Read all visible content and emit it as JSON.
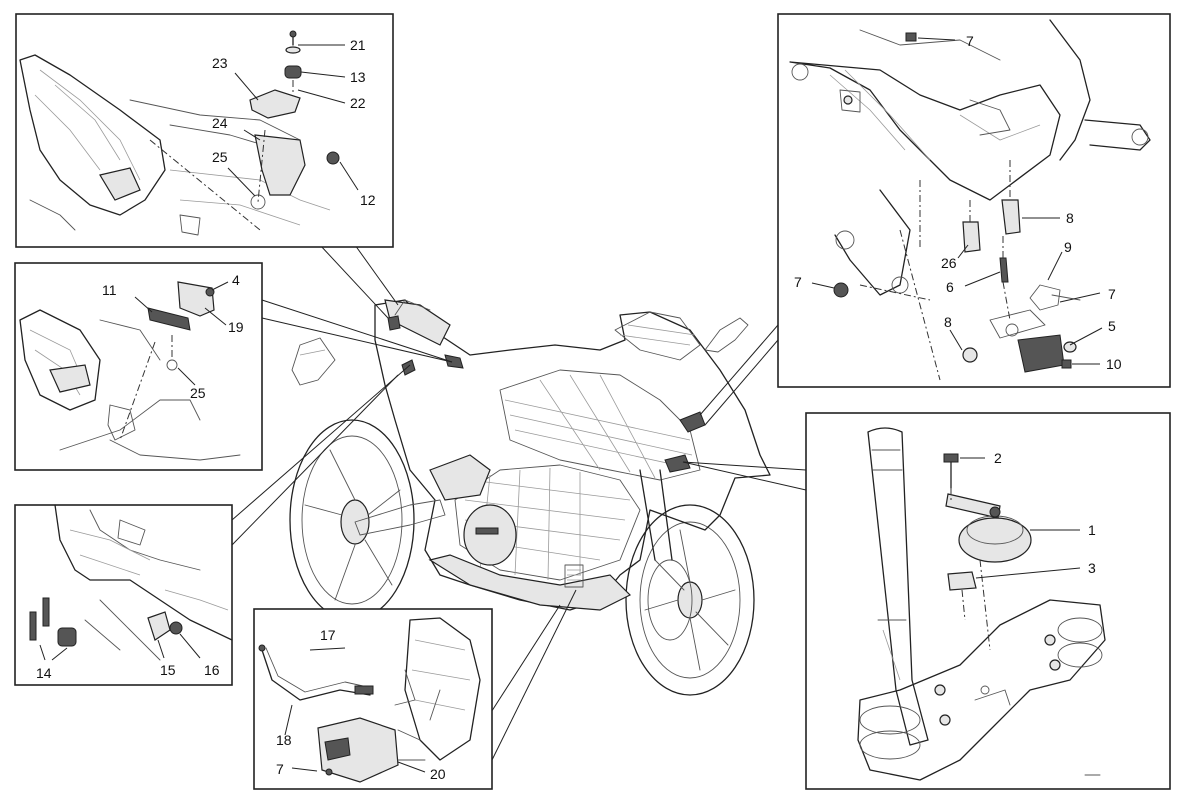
{
  "callouts": {
    "tl_21": "21",
    "tl_13": "13",
    "tl_22": "22",
    "tl_23": "23",
    "tl_24": "24",
    "tl_25": "25",
    "tl_12": "12",
    "ml_4": "4",
    "ml_11": "11",
    "ml_19": "19",
    "ml_25": "25",
    "bl_14": "14",
    "bl_15": "15",
    "bl_16": "16",
    "bc_17": "17",
    "bc_18": "18",
    "bc_7": "7",
    "bc_20": "20",
    "tr_7a": "7",
    "tr_8a": "8",
    "tr_9": "9",
    "tr_7b": "7",
    "tr_26": "26",
    "tr_6": "6",
    "tr_7c": "7",
    "tr_8b": "8",
    "tr_5": "5",
    "tr_10": "10",
    "br_2": "2",
    "br_1": "1",
    "br_3": "3"
  }
}
